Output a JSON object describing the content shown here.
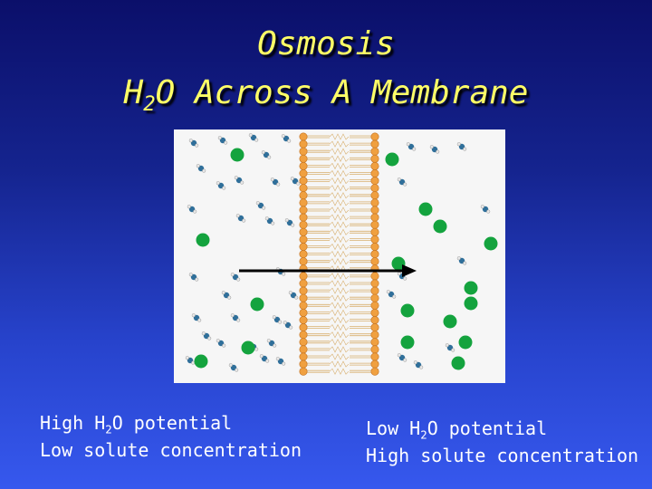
{
  "title": {
    "line1": "Osmosis",
    "line2_pre": "H",
    "line2_sub": "2",
    "line2_post": "O Across A Membrane"
  },
  "left_caption": {
    "line1_pre": "High H",
    "line1_sub": "2",
    "line1_post": "O potential",
    "line2": "Low solute concentration"
  },
  "right_caption": {
    "line1_pre": "Low H",
    "line1_sub": "2",
    "line1_post": "O potential",
    "line2": "High solute concentration"
  },
  "colors": {
    "background_top": "#0b0f6a",
    "background_bottom": "#3658ee",
    "title": "#ffff66",
    "caption_text": "#ffffff",
    "solute": "#14a33e",
    "water_oxygen": "#2f6f9a",
    "membrane_head": "#f0a040",
    "membrane_tail": "#d8b070",
    "arrow": "#000000"
  },
  "figure": {
    "solute_particle": "green-circle",
    "water_molecule": "water-molecule-icon",
    "membrane": "phospholipid-bilayer",
    "flow_direction": "left-to-right"
  }
}
